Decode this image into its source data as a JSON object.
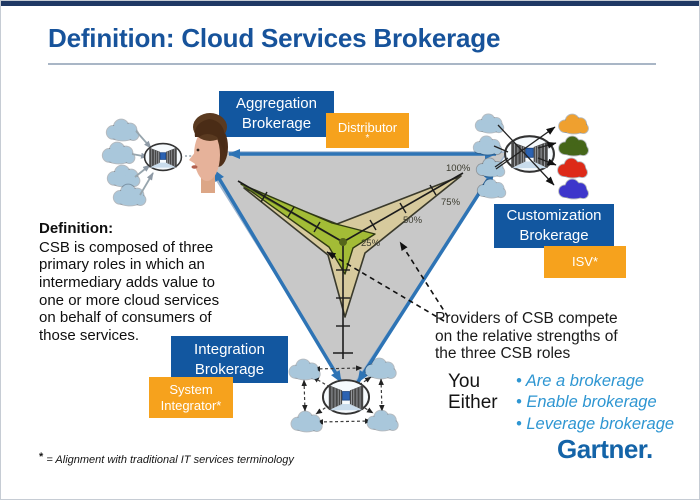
{
  "slide": {
    "title": "Definition: Cloud Services Brokerage",
    "brand": "Gartner.",
    "footnote_mark": "*",
    "footnote_text": "= Alignment with traditional IT services terminology"
  },
  "definition": {
    "heading": "Definition:",
    "lines": [
      "CSB is composed of three",
      "primary roles in which an",
      "intermediary adds value to",
      "one or more cloud services",
      "on behalf of consumers of",
      "those services."
    ]
  },
  "roles": {
    "aggregation": {
      "label": "Aggregation Brokerage",
      "tag": "Distributor",
      "tag_mark": "*"
    },
    "customization": {
      "label": "Customization Brokerage",
      "tag": "ISV*"
    },
    "integration": {
      "label": "Integration Brokerage",
      "tag": "System Integrator*"
    }
  },
  "scale": {
    "p25": "25%",
    "p50": "50%",
    "p75": "75%",
    "p100": "100%"
  },
  "notes": {
    "providers_lines": [
      "Providers of CSB compete",
      "on the relative strengths of",
      "the three CSB roles"
    ],
    "you_either_label": "You Either",
    "options": [
      "Are a brokerage",
      "Enable brokerage",
      "Leverage brokerage"
    ]
  },
  "icons": [
    "cloud-icon",
    "server-node-icon",
    "double-arrow",
    "dashed-pointer-arrow",
    "presenter-face"
  ],
  "colors": {
    "title_blue": "#17539B",
    "role_box_blue": "#1257A0",
    "tag_orange": "#F6A21D",
    "triangle_gray": "#C8C8C8",
    "edge_arrow_blue": "#2E74B5",
    "cloud_blue": "#A9C7DB",
    "cloud_orange": "#EFA02F",
    "cloud_green": "#456619",
    "cloud_red": "#DD2A18",
    "cloud_indigo": "#3D36CB",
    "overlay_tan": "#D8CA96",
    "overlay_green": "#A0BA30",
    "bullet_blue": "#2E96D2",
    "brand_blue": "#1464A8"
  }
}
